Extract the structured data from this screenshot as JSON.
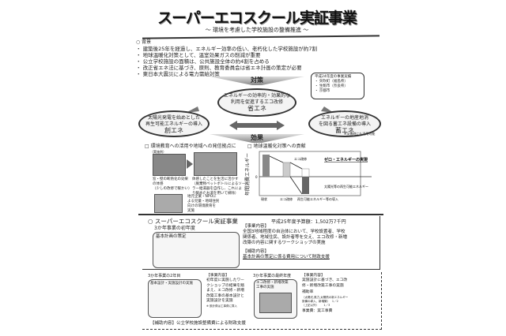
{
  "title": "スーパーエコスクール実証事業",
  "subtitle": "～ 環境を考慮した学校施設の整備推進 ～",
  "background": {
    "heading": "○ 背景",
    "items": [
      "・ 建築後25年を経過し、エネルギー効率の低い、老朽化した学校施設が約7割",
      "・ 地球温暖化対策として、温室効果ガスの削減が重要",
      "・ 公立学校施設の面積は、公共施設全体の約4割を占める",
      "・ 改正省エネ法に基づき、原則、教育委員会は省エネ計画の策定が必要",
      "・ 東日本大震災による電力需給対策"
    ]
  },
  "measures_label": "対策",
  "results_box": {
    "heading": "平成24年度の事業実績",
    "items": [
      "・ 矢吹町（福島県）",
      "・ 生駒市（奈良県）",
      "・ 京都市"
    ]
  },
  "cycle": {
    "top": {
      "text1": "エネルギーの効率的・効果的な",
      "text2": "利用を促進するエコ改修",
      "label": "省エネ"
    },
    "left": {
      "text1": "太陽光発電を始めとした",
      "text2": "再生可能エネルギーの導入",
      "label": "創エネ"
    },
    "right": {
      "text1": "エネルギーの地産地消",
      "text2": "を図る蓄エネ設備の導入",
      "label": "蓄エネ"
    },
    "note": "※災害時にも活用可能"
  },
  "effects_label": "効果",
  "education": {
    "heading": "□ 環境教育への活用や地域への発信拠点に",
    "example": "（実施例）",
    "caption1": [
      "窓・壁の断熱化の効果",
      "の体感",
      "（少しの改修で暖かい）"
    ],
    "caption2": [
      "体感したことを生活に活かす",
      "（廃棄物ペットボトルによるソー",
      "ラー給湯器を自作し、これによ",
      "り暖めたお湯を用いて掃除）"
    ],
    "caption3": [
      "地元企業・NPOに",
      "よる児童・地域住民",
      "向けの環境教育を",
      "実施"
    ]
  },
  "chart_section": {
    "heading": "□ 地球温暖化対策への貢献",
    "chart_data": {
      "type": "bar",
      "categories": [
        "現状",
        "エコ改修",
        "再生可能エネルギー等の導入"
      ],
      "ylabel": "年間消費エネルギー",
      "ytick": "0",
      "annotations": [
        "エコ改修",
        "ゼロ・エネルギーの実現",
        "太陽光等の再生可能エネルギー"
      ],
      "schematic": true
    }
  },
  "project": {
    "heading": "○ スーパーエコスクール実証事業",
    "budget": "平成25年度予算額：1,502万7千円",
    "year1": {
      "label": "3か年事業の初年度",
      "box": "基本計画の策定",
      "content_heading": "【事業内容】",
      "content": [
        "全国3地域程度の自治体において、学校設置者、学校",
        "関係者、地域住民、設計者等を交え、エコ改修・新増",
        "改築の内容に関するワークショップの実施"
      ],
      "support_heading": "【補助内容】",
      "support": "基本計画の策定に係る費用について財政支援"
    },
    "year2": {
      "label": "3か年事業の2年目",
      "box": "基本設計・実施設計の実施",
      "content_heading": "【事業内容】",
      "content": [
        "初年度に実施したワー",
        "クショップの結果を踏",
        "まえ、エコ改修・新増",
        "改築工事の基本設計と",
        "実施設計を実施"
      ],
      "note": "※ 設計費は工事費に算入"
    },
    "year3": {
      "label": "3か年事業の最終年度",
      "box": [
        "エコ改修・新増改築",
        "工事の実施"
      ],
      "content_heading": "【事業内容】",
      "content": [
        "実施設計に基づき、エコ改",
        "修・新増改築工事の実施"
      ],
      "rate_heading": "補助率",
      "rate_lines": [
        "（太陽光,風力,太陽熱の新エネルギー",
        "設備の導入、新増築）　 1／2",
        "（上記以外）　　 1／3"
      ],
      "cost": "事業費：実工事費"
    },
    "support_footer": "【補助内容】公立学校施設整備費による財政支援"
  }
}
